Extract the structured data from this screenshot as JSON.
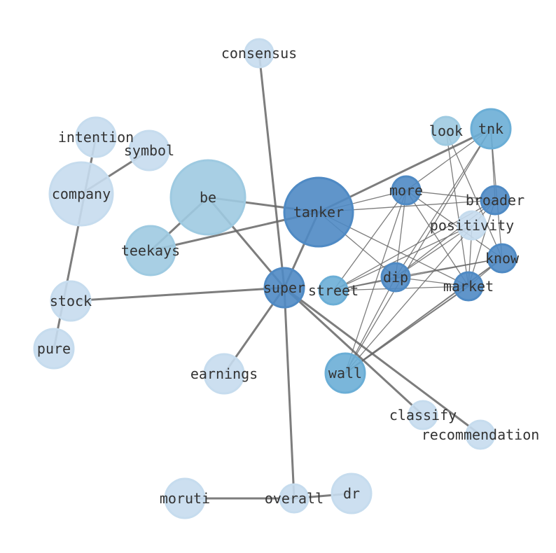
{
  "colors": {
    "c1": "#c6dcee",
    "c2": "#9ecae1",
    "c3": "#6baed6",
    "c4": "#4f8ac4",
    "edge": "#666666"
  },
  "nodes": [
    {
      "id": "consensus",
      "label": "consensus",
      "tier": "c1"
    },
    {
      "id": "intention",
      "label": "intention",
      "tier": "c1"
    },
    {
      "id": "symbol",
      "label": "symbol",
      "tier": "c1"
    },
    {
      "id": "company",
      "label": "company",
      "tier": "c1"
    },
    {
      "id": "be",
      "label": "be",
      "tier": "c2"
    },
    {
      "id": "tanker",
      "label": "tanker",
      "tier": "c4"
    },
    {
      "id": "teekays",
      "label": "teekays",
      "tier": "c2"
    },
    {
      "id": "more",
      "label": "more",
      "tier": "c4"
    },
    {
      "id": "look",
      "label": "look",
      "tier": "c2"
    },
    {
      "id": "tnk",
      "label": "tnk",
      "tier": "c3"
    },
    {
      "id": "broader",
      "label": "broader",
      "tier": "c4"
    },
    {
      "id": "positivity",
      "label": "positivity",
      "tier": "c1"
    },
    {
      "id": "know",
      "label": "know",
      "tier": "c4"
    },
    {
      "id": "dip",
      "label": "dip",
      "tier": "c4"
    },
    {
      "id": "market",
      "label": "market",
      "tier": "c4"
    },
    {
      "id": "super",
      "label": "super",
      "tier": "c4"
    },
    {
      "id": "street",
      "label": "street",
      "tier": "c3"
    },
    {
      "id": "stock",
      "label": "stock",
      "tier": "c1"
    },
    {
      "id": "pure",
      "label": "pure",
      "tier": "c1"
    },
    {
      "id": "wall",
      "label": "wall",
      "tier": "c3"
    },
    {
      "id": "earnings",
      "label": "earnings",
      "tier": "c1"
    },
    {
      "id": "classify",
      "label": "classify",
      "tier": "c1"
    },
    {
      "id": "recommendation",
      "label": "recommendation",
      "tier": "c1"
    },
    {
      "id": "moruti",
      "label": "moruti",
      "tier": "c1"
    },
    {
      "id": "overall",
      "label": "overall",
      "tier": "c1"
    },
    {
      "id": "dr",
      "label": "dr",
      "tier": "c1"
    }
  ],
  "edges": [
    [
      "consensus",
      "super",
      3
    ],
    [
      "intention",
      "pure",
      3
    ],
    [
      "symbol",
      "company",
      3
    ],
    [
      "be",
      "tanker",
      3
    ],
    [
      "be",
      "teekays",
      3
    ],
    [
      "be",
      "super",
      3
    ],
    [
      "tanker",
      "teekays",
      3
    ],
    [
      "tanker",
      "super",
      3
    ],
    [
      "tanker",
      "tnk",
      3
    ],
    [
      "stock",
      "super",
      3
    ],
    [
      "super",
      "earnings",
      3
    ],
    [
      "super",
      "classify",
      3
    ],
    [
      "super",
      "recommendation",
      3
    ],
    [
      "super",
      "overall",
      3
    ],
    [
      "overall",
      "moruti",
      3
    ],
    [
      "overall",
      "dr",
      3
    ],
    [
      "wall",
      "know",
      2
    ],
    [
      "wall",
      "market",
      2
    ],
    [
      "tanker",
      "more",
      1.3
    ],
    [
      "tanker",
      "broader",
      1.3
    ],
    [
      "tanker",
      "dip",
      1.3
    ],
    [
      "tanker",
      "market",
      1.3
    ],
    [
      "more",
      "broader",
      1.3
    ],
    [
      "more",
      "know",
      1.3
    ],
    [
      "more",
      "market",
      1.3
    ],
    [
      "more",
      "dip",
      1.3
    ],
    [
      "more",
      "wall",
      1.3
    ],
    [
      "more",
      "street",
      1.3
    ],
    [
      "more",
      "tnk",
      1.3
    ],
    [
      "tnk",
      "broader",
      1.3
    ],
    [
      "tnk",
      "know",
      1.3
    ],
    [
      "tnk",
      "dip",
      1.3
    ],
    [
      "tnk",
      "wall",
      1.3
    ],
    [
      "look",
      "market",
      1.3
    ],
    [
      "look",
      "know",
      1.3
    ],
    [
      "broader",
      "dip",
      1.3
    ],
    [
      "broader",
      "street",
      1.3
    ],
    [
      "broader",
      "market",
      1.3
    ],
    [
      "broader",
      "wall",
      1.3
    ],
    [
      "positivity",
      "market",
      1.3
    ],
    [
      "positivity",
      "street",
      1.3
    ],
    [
      "positivity",
      "dip",
      1.3
    ],
    [
      "know",
      "dip",
      1.3
    ],
    [
      "know",
      "street",
      1.3
    ],
    [
      "know",
      "market",
      1.3
    ],
    [
      "dip",
      "market",
      1.3
    ],
    [
      "dip",
      "street",
      1.3
    ],
    [
      "dip",
      "wall",
      1.3
    ],
    [
      "street",
      "market",
      1.3
    ]
  ]
}
